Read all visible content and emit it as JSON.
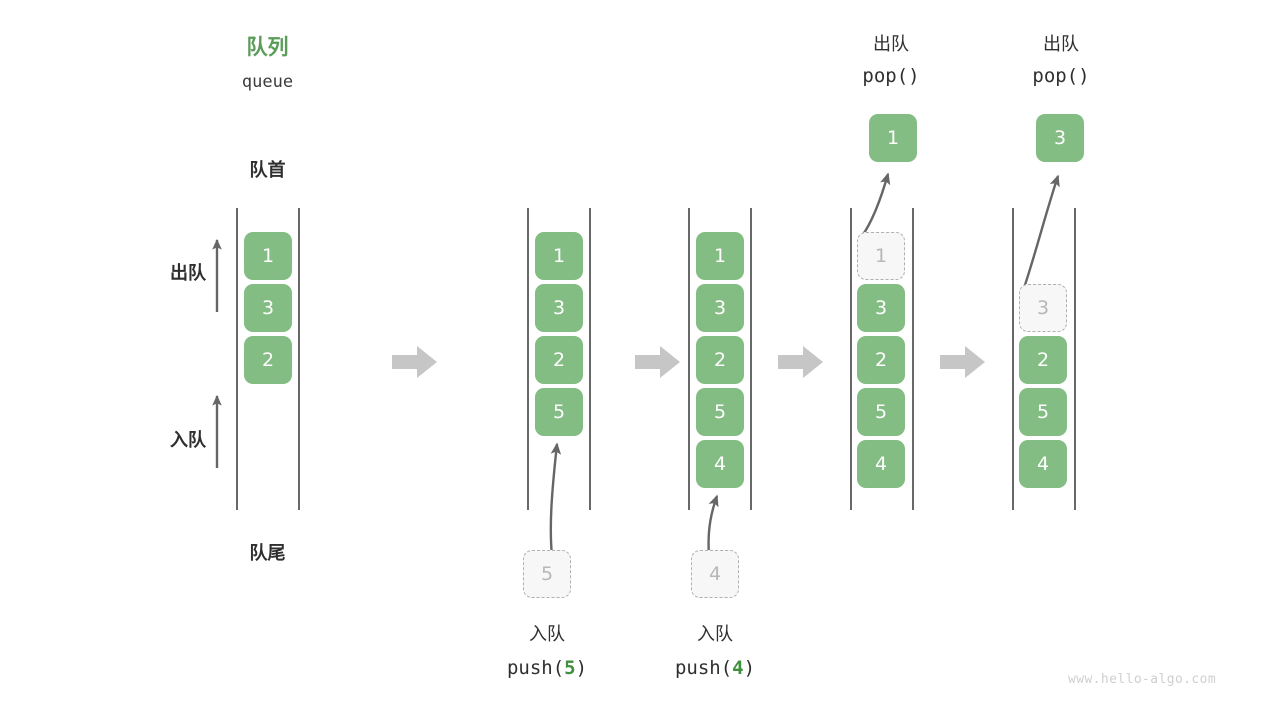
{
  "figure": {
    "title_cn": "队列",
    "title_en": "queue",
    "watermark": "www.hello-algo.com"
  },
  "legend": {
    "front_label": "队首",
    "rear_label": "队尾",
    "dequeue_label": "出队",
    "enqueue_label": "入队"
  },
  "ops": {
    "push_cn": "入队",
    "pop_cn": "出队",
    "push5_code_prefix": "push(",
    "push5_code_arg": "5",
    "push5_code_suffix": ")",
    "push4_code_prefix": "push(",
    "push4_code_arg": "4",
    "push4_code_suffix": ")",
    "pop_code": "pop()"
  },
  "columns": [
    {
      "name": "initial-queue",
      "cells": [
        {
          "value": "1",
          "state": "filled",
          "row": 0
        },
        {
          "value": "3",
          "state": "filled",
          "row": 1
        },
        {
          "value": "2",
          "state": "filled",
          "row": 2
        }
      ]
    },
    {
      "name": "after-push-5",
      "cells": [
        {
          "value": "1",
          "state": "filled",
          "row": 0
        },
        {
          "value": "3",
          "state": "filled",
          "row": 1
        },
        {
          "value": "2",
          "state": "filled",
          "row": 2
        },
        {
          "value": "5",
          "state": "filled",
          "row": 3
        }
      ],
      "incoming": {
        "value": "5",
        "state": "ghost"
      }
    },
    {
      "name": "after-push-4",
      "cells": [
        {
          "value": "1",
          "state": "filled",
          "row": 0
        },
        {
          "value": "3",
          "state": "filled",
          "row": 1
        },
        {
          "value": "2",
          "state": "filled",
          "row": 2
        },
        {
          "value": "5",
          "state": "filled",
          "row": 3
        },
        {
          "value": "4",
          "state": "filled",
          "row": 4
        }
      ],
      "incoming": {
        "value": "4",
        "state": "ghost"
      }
    },
    {
      "name": "after-pop-1",
      "cells": [
        {
          "value": "1",
          "state": "ghost",
          "row": 0
        },
        {
          "value": "3",
          "state": "filled",
          "row": 1
        },
        {
          "value": "2",
          "state": "filled",
          "row": 2
        },
        {
          "value": "5",
          "state": "filled",
          "row": 3
        },
        {
          "value": "4",
          "state": "filled",
          "row": 4
        }
      ],
      "outgoing": {
        "value": "1",
        "state": "filled"
      }
    },
    {
      "name": "after-pop-3",
      "cells": [
        {
          "value": "3",
          "state": "ghost",
          "row": 1
        },
        {
          "value": "2",
          "state": "filled",
          "row": 2
        },
        {
          "value": "5",
          "state": "filled",
          "row": 3
        },
        {
          "value": "4",
          "state": "filled",
          "row": 4
        }
      ],
      "outgoing": {
        "value": "3",
        "state": "filled"
      }
    }
  ],
  "colors": {
    "element": "#84bd83",
    "title_green": "#5a9c58",
    "ghost_fill": "#f7f7f7",
    "ghost_border": "#b0b0b0",
    "rail": "#4d4d4d",
    "step_arrow": "#c6c6c6",
    "motion_arrow": "#666666",
    "text": "#2f2f2f"
  }
}
